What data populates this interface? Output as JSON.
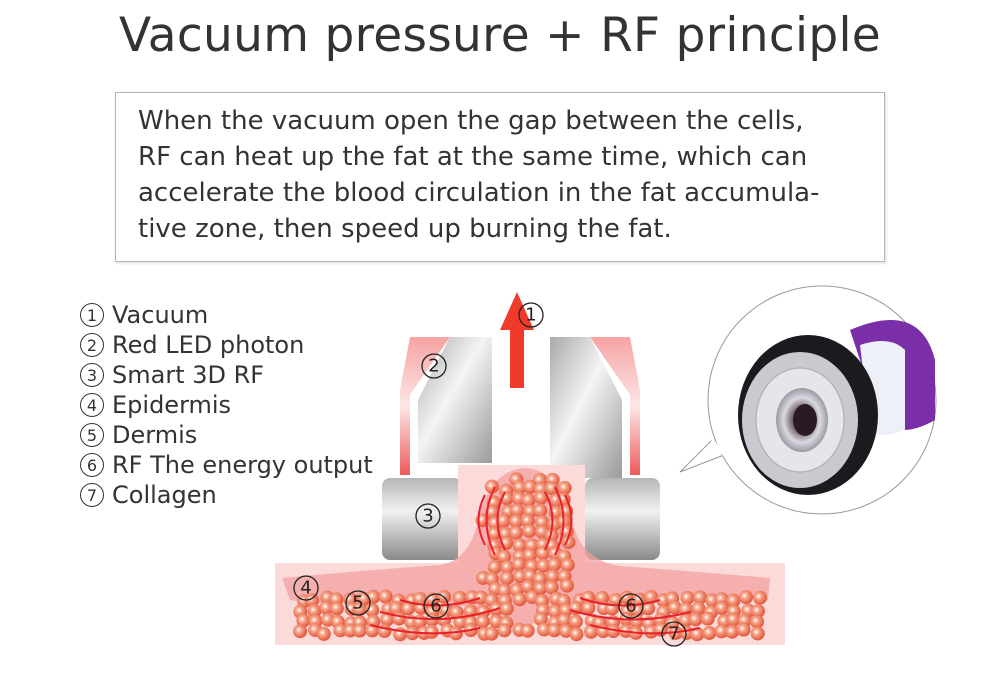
{
  "title": "Vacuum pressure + RF principle",
  "description_lines": [
    "When the vacuum open the gap between the cells,",
    "RF can heat up the fat at the same time, which can",
    "accelerate the blood circulation in the fat accumula-",
    "tive zone, then speed up burning the fat."
  ],
  "legend": [
    {
      "num": "1",
      "label": "Vacuum"
    },
    {
      "num": "2",
      "label": "Red LED photon"
    },
    {
      "num": "3",
      "label": "Smart 3D RF"
    },
    {
      "num": "4",
      "label": "Epidermis"
    },
    {
      "num": "5",
      "label": "Dermis"
    },
    {
      "num": "6",
      "label": "RF The energy output"
    },
    {
      "num": "7",
      "label": "Collagen"
    }
  ],
  "diagram_markers": {
    "vacuum": "1",
    "led": "2",
    "rf": "3",
    "epidermis": "4",
    "dermis": "5",
    "energy": "6",
    "collagen": "7"
  },
  "colors": {
    "arrow": "#f03a2a",
    "skin": "#f8cfcf",
    "fat": "#f07a5a",
    "rf_wave": "#e8202a",
    "probe_accent": "#7a2ea8"
  }
}
